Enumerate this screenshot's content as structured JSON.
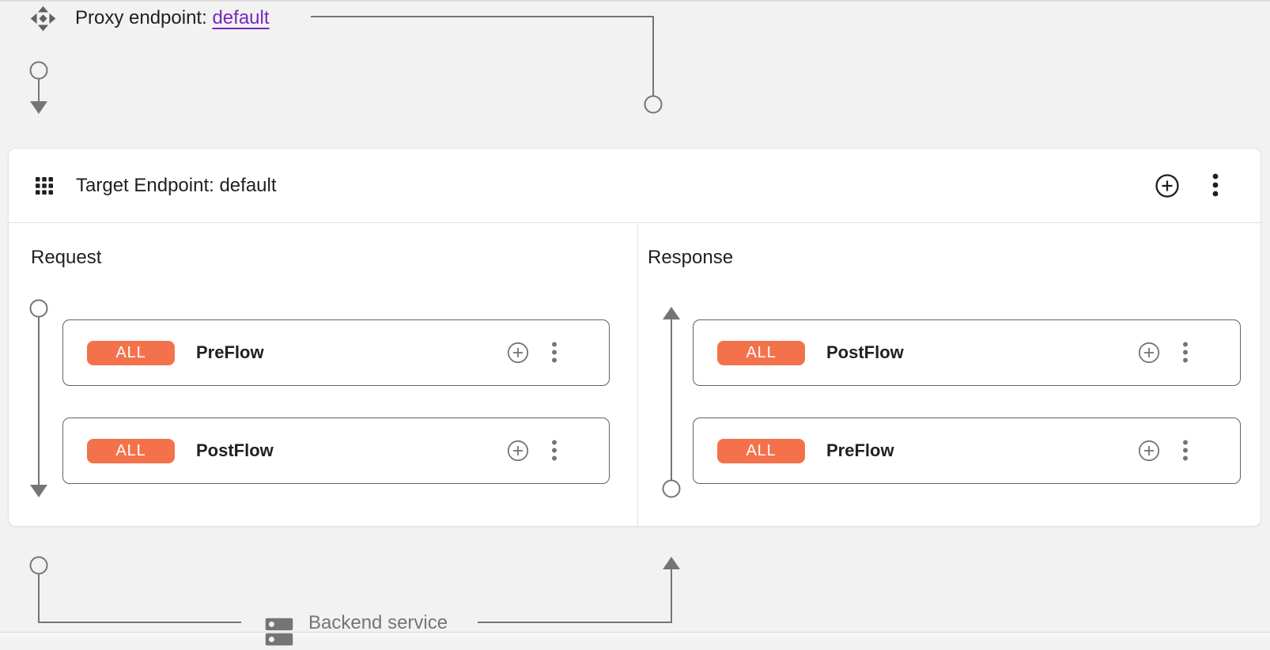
{
  "proxy_endpoint": {
    "label": "Proxy endpoint:",
    "name": "default"
  },
  "target_endpoint": {
    "title": "Target Endpoint: default",
    "columns": {
      "request": {
        "label": "Request",
        "flows": [
          {
            "badge": "ALL",
            "name": "PreFlow"
          },
          {
            "badge": "ALL",
            "name": "PostFlow"
          }
        ]
      },
      "response": {
        "label": "Response",
        "flows": [
          {
            "badge": "ALL",
            "name": "PostFlow"
          },
          {
            "badge": "ALL",
            "name": "PreFlow"
          }
        ]
      }
    }
  },
  "backend_service": {
    "label": "Backend service"
  },
  "icons": {
    "proxy_endpoint": "diamond-arrows-icon",
    "target_endpoint": "grid-icon",
    "add": "plus-circle-icon",
    "more": "kebab-menu-icon",
    "backend": "server-dns-icon",
    "flow_start": "circle-node",
    "flow_direction": "arrowhead"
  },
  "colors": {
    "canvas_bg": "#f2f2f2",
    "panel_bg": "#ffffff",
    "badge_orange": "#f4724b",
    "link_purple": "#7627bb",
    "connector_gray": "#757575",
    "card_border": "#5f6368",
    "divider": "#e0e0e0",
    "text_dark": "#202124",
    "text_gray": "#757575"
  }
}
